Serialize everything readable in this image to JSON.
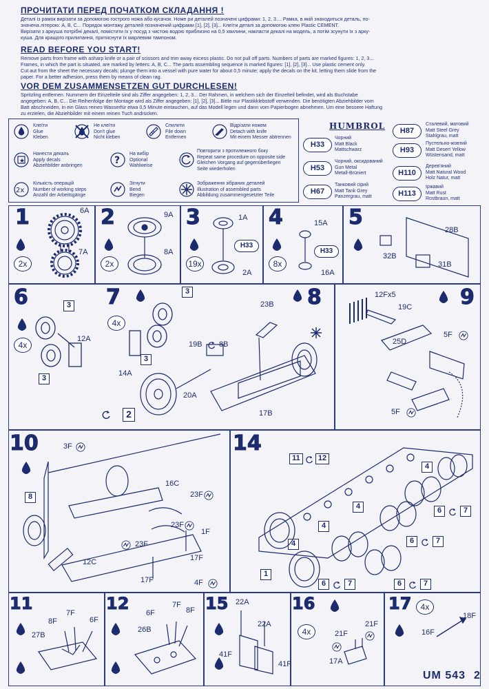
{
  "sections": {
    "ua": {
      "title": "ПРОЧИТАТИ ПЕРЕД ПОЧАТКОМ СКЛАДАННЯ !",
      "lines": [
        "Деталі із рамок вирізати за допомогою гострого ножа або кусачок. Номе ри деталей позначені цифрами: 1, 2, 3....     Рамка, в якій знаходиться  деталь, по-",
        "значена літерою: А, В, С...  Порядок  монтажу  деталей позначений цифрами [1], [2], [3]...  Клеїти деталі за допомогою клею  Plastic CEMENT.",
        "Вирізати з аркуша потрібні декалі, помістити їх у посуд з чистою водою приблизно на 0,5 хвилини, накласти декалі на модель, а потім зсунути їх з арку-",
        "куша. Для кращого прилипання, притиснути їх марлевим   тампоном."
      ]
    },
    "en": {
      "title": "READ BEFORE YOU START!",
      "lines": [
        "Remove parts from frame with asharp knife or a pair of scissors and trim  away excess plastic. Do not pull off parts. Numbers of parts are  marked figures: 1, 2, 3...",
        "Frames, in which the part is situated, are marked by letters:  A, B, C... The parts assembling sequence is marked figures: [1], [2], [3]...  Use plastic cement only.",
        "Cut aut from the sheet the necessary  decals; plunge them into a vessel with  pure water for about 0,5 minute; apply  the decals on the kit, letting them slide from the",
        "paper. For a better adhesion,  press them by means of clean rag."
      ]
    },
    "de": {
      "title": "VOR DEM ZUSAMMENSETZEN GUT DURCHLESEN!",
      "lines": [
        "Spritzling entfernen. Nummern der Einzelteile sind als Ziffer angegeben: 1, 2, 3...   Der Rahmen, in welchem sich der Einzelteil befindet, wird  als Buchstabe",
        "angegeben: A, B, C... Die Reihenfolge der Montage wird als  Ziffer angegeben: [1], [2], [3]... Bittle nur Plastikklebstoff verwenden. Die benötigten Abziehbilder vom",
        "Batt abschneiden, in ein Glass reines Wasserfür etwa 0,5 Minute  eintauchen, auf das Modell legen und dann vom  Papierbogen abnehmen.  Um eine bessere Haftung",
        "zu erzielen, die Abziehbilder mit einem reinen  Tuch andrücken."
      ]
    }
  },
  "legend": [
    {
      "icon": "glue-drop-icon",
      "lines": [
        "Клеїти",
        "Glue",
        "Kleben"
      ]
    },
    {
      "icon": "no-glue-icon",
      "lines": [
        "Не клеїти",
        "Don't glue",
        "Nicht kleben"
      ]
    },
    {
      "icon": "file-icon",
      "lines": [
        "Спилити",
        "File down",
        "Entfernen"
      ]
    },
    {
      "icon": "knife-icon",
      "lines": [
        "Відрізати ножем",
        "Detach with knife",
        "Mit einem Messer abtrennen"
      ]
    },
    {
      "icon": "decal-icon",
      "lines": [
        "Нанести декаль",
        "Apply decals",
        "Abziehbilder anbringen"
      ]
    },
    {
      "icon": "optional-icon",
      "lines": [
        "На вибір",
        "Optional",
        "Wahlweise"
      ]
    },
    {
      "icon": "repeat-icon",
      "lines": [
        "Повторити з протилежного боку",
        "Repeat same procedure on opposite side",
        "Gleichen Vorgang auf gegenüberliegen",
        "Seite wiederholen"
      ]
    },
    {
      "icon": "times-icon",
      "lines": [
        "Кількість операцій",
        "Number of working steps",
        "Anzahl der Arbeitsgänge"
      ]
    },
    {
      "icon": "bend-icon",
      "lines": [
        "Зігнути",
        "Bend",
        "Biegen"
      ]
    },
    {
      "icon": "assembled-icon",
      "lines": [
        "Зображення зібраних деталей",
        "Illustration of assembled parts",
        "Abbildung zusammengesetzter Teile"
      ]
    }
  ],
  "paints": {
    "brand": "HUMBROL",
    "left": [
      {
        "code": "H33",
        "lines": [
          "Чорний",
          "Matt Black",
          "Mattschwarz"
        ]
      },
      {
        "code": "H53",
        "lines": [
          "Чорний, оксидований",
          "Gun Metal",
          "Metall-Brüniert"
        ]
      },
      {
        "code": "H67",
        "lines": [
          "Танковий сірий",
          "Matt Tank Grey",
          "Panzergrau, matt"
        ]
      }
    ],
    "right": [
      {
        "code": "H87",
        "lines": [
          "Сталевий, матовий",
          "Matt Steel Grey",
          "Stahlgrau, matt"
        ]
      },
      {
        "code": "H93",
        "lines": [
          "Пустельно-жовтий",
          "Matt Desert Yellow",
          "Wüstensand, matt"
        ]
      },
      {
        "code": "H110",
        "lines": [
          "Дерев'яний",
          "Matt Natural Wood",
          "Holz Natur, matt"
        ]
      },
      {
        "code": "H113",
        "lines": [
          "Іржавий",
          "Matt Rust",
          "Rostbraun, matt"
        ]
      }
    ]
  },
  "steps": {
    "s1": {
      "num": "1",
      "times": "2x",
      "parts": [
        "6A",
        "7A"
      ]
    },
    "s2": {
      "num": "2",
      "times": "2x",
      "parts": [
        "9A",
        "8A"
      ]
    },
    "s3": {
      "num": "3",
      "times": "19x",
      "parts": [
        "1A",
        "2A"
      ],
      "paint": "H33"
    },
    "s4": {
      "num": "4",
      "times": "8x",
      "parts": [
        "15A",
        "16A"
      ],
      "paint": "H33"
    },
    "s5": {
      "num": "5",
      "parts": [
        "28B",
        "32B",
        "31B"
      ]
    },
    "s6": {
      "num": "6",
      "times": "4x",
      "parts": [
        "12A"
      ],
      "refs": [
        "3",
        "3"
      ]
    },
    "s7": {
      "num": "7",
      "times": "4x",
      "parts": [
        "14A"
      ],
      "refs": [
        "3",
        "3"
      ]
    },
    "s8": {
      "num": "8",
      "parts": [
        "23B",
        "19B",
        "8B",
        "20A",
        "17B"
      ],
      "refs": [
        "2"
      ]
    },
    "s9": {
      "num": "9",
      "parts": [
        "12Fx5",
        "19C",
        "25D",
        "5F",
        "5F"
      ]
    },
    "s10": {
      "num": "10",
      "parts": [
        "3F",
        "16C",
        "23F",
        "23F",
        "23F",
        "1F",
        "17F",
        "17F",
        "12C",
        "4F"
      ],
      "refs": [
        "8"
      ]
    },
    "s14": {
      "num": "14",
      "refs": [
        "11",
        "12",
        "4",
        "4",
        "4",
        "4",
        "6",
        "7",
        "6",
        "7",
        "6",
        "7",
        "6",
        "7",
        "1"
      ]
    },
    "s11": {
      "num": "11",
      "parts": [
        "8F",
        "7F",
        "6F",
        "27B"
      ]
    },
    "s12": {
      "num": "12",
      "parts": [
        "6F",
        "7F",
        "8F",
        "26B"
      ]
    },
    "s15": {
      "num": "15",
      "parts": [
        "22A",
        "22A",
        "41F",
        "41F"
      ]
    },
    "s16": {
      "num": "16",
      "times": "4x",
      "parts": [
        "21F",
        "21F",
        "17A"
      ]
    },
    "s17": {
      "num": "17",
      "times": "4x",
      "parts": [
        "18F",
        "16F"
      ]
    }
  },
  "footer": {
    "code": "UM 543",
    "page": "2"
  }
}
